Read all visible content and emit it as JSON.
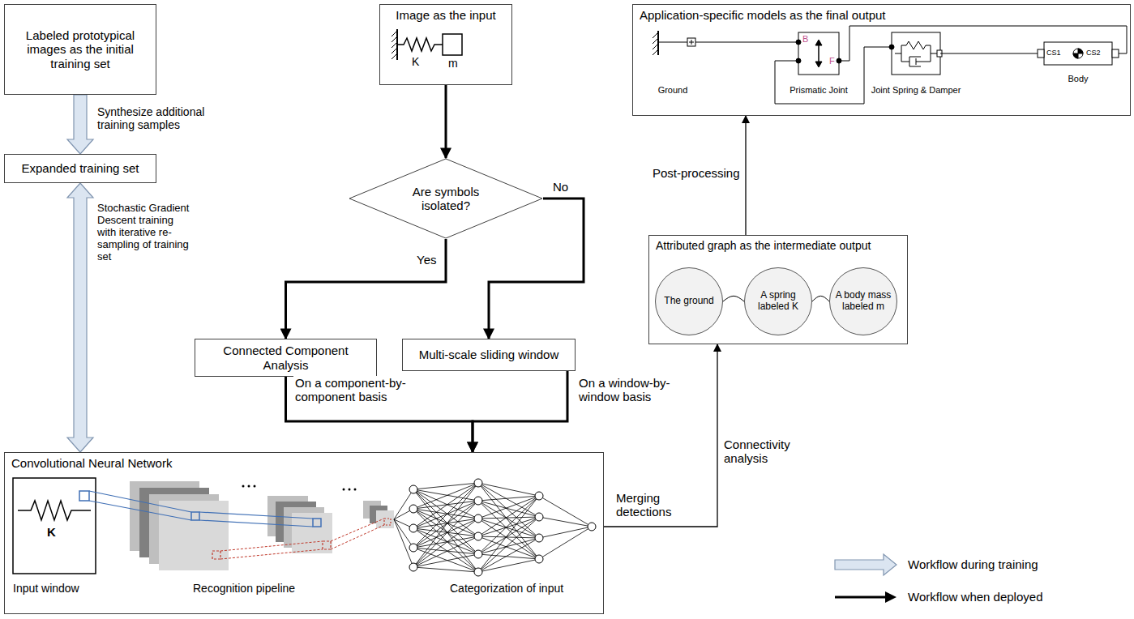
{
  "diagram": {
    "nodes": [
      {
        "text": [
          "Labeled prototypical images as the initial training set"
        ]
      },
      {
        "text": [
          "Expanded training set"
        ]
      },
      {
        "text": [
          "Image as the input"
        ]
      },
      {
        "text": [
          "Are symbols isolated?"
        ]
      },
      {
        "text": [
          "Connected Component Analysis"
        ]
      },
      {
        "text": [
          "Multi-scale sliding window"
        ]
      },
      {
        "text": [
          "Convolutional Neural Network"
        ]
      },
      {
        "text": [
          "Attributed graph as the intermediate output"
        ]
      },
      {
        "text": [
          "The ground"
        ],
        "in": 7
      },
      {
        "text": [
          "A spring labeled K"
        ],
        "in": 7
      },
      {
        "text": [
          "A body mass labeled m"
        ],
        "in": 7
      },
      {
        "text": [
          "Application-specific models as the final output"
        ]
      },
      {
        "text": [
          "Ground"
        ],
        "in": 11
      },
      {
        "text": [
          "Prismatic Joint"
        ],
        "in": 11
      },
      {
        "text": [
          "Joint Spring & Damper"
        ],
        "in": 11
      },
      {
        "text": [
          "Body"
        ],
        "in": 11
      }
    ],
    "edges": [
      {
        "from": 0,
        "to": 1,
        "arrow": "to",
        "label": "Synthesize additional training samples"
      },
      {
        "from": 1,
        "to": 6,
        "arrow": "both",
        "label": "Stochastic Gradient Descent training with iterative re-sampling of training set"
      },
      {
        "from": 2,
        "to": 3,
        "arrow": "to"
      },
      {
        "from": 3,
        "to": 4,
        "arrow": "to",
        "label": "Yes"
      },
      {
        "from": 3,
        "to": 5,
        "arrow": "to",
        "label": "No"
      },
      {
        "from": 4,
        "to": 6,
        "arrow": "to",
        "label": "On a component-by-component basis"
      },
      {
        "from": 5,
        "to": 6,
        "arrow": "to",
        "label": "On a window-by-window basis"
      },
      {
        "from": 6,
        "to": 7,
        "arrow": "to",
        "label": "Merging detections"
      },
      {
        "from": 7,
        "to": 11,
        "arrow": "to",
        "label": "Post-processing"
      },
      {
        "from": 8,
        "to": 9,
        "arrow": "none"
      },
      {
        "from": 9,
        "to": 10,
        "arrow": "none"
      },
      {
        "from": 12,
        "to": 13,
        "arrow": "none"
      },
      {
        "from": 13,
        "to": 14,
        "arrow": "none"
      },
      {
        "from": 14,
        "to": 15,
        "arrow": "none"
      },
      {
        "from": 13,
        "to": 15,
        "arrow": "none"
      }
    ],
    "labels": [
      "K",
      "m",
      "K",
      "Input window",
      "Recognition pipeline",
      "Categorization of input",
      "Connectivity analysis",
      "B",
      "F",
      "CS1",
      "CS2"
    ],
    "legend": [
      {
        "text": "Workflow during training"
      },
      {
        "text": "Workflow when deployed"
      }
    ]
  }
}
